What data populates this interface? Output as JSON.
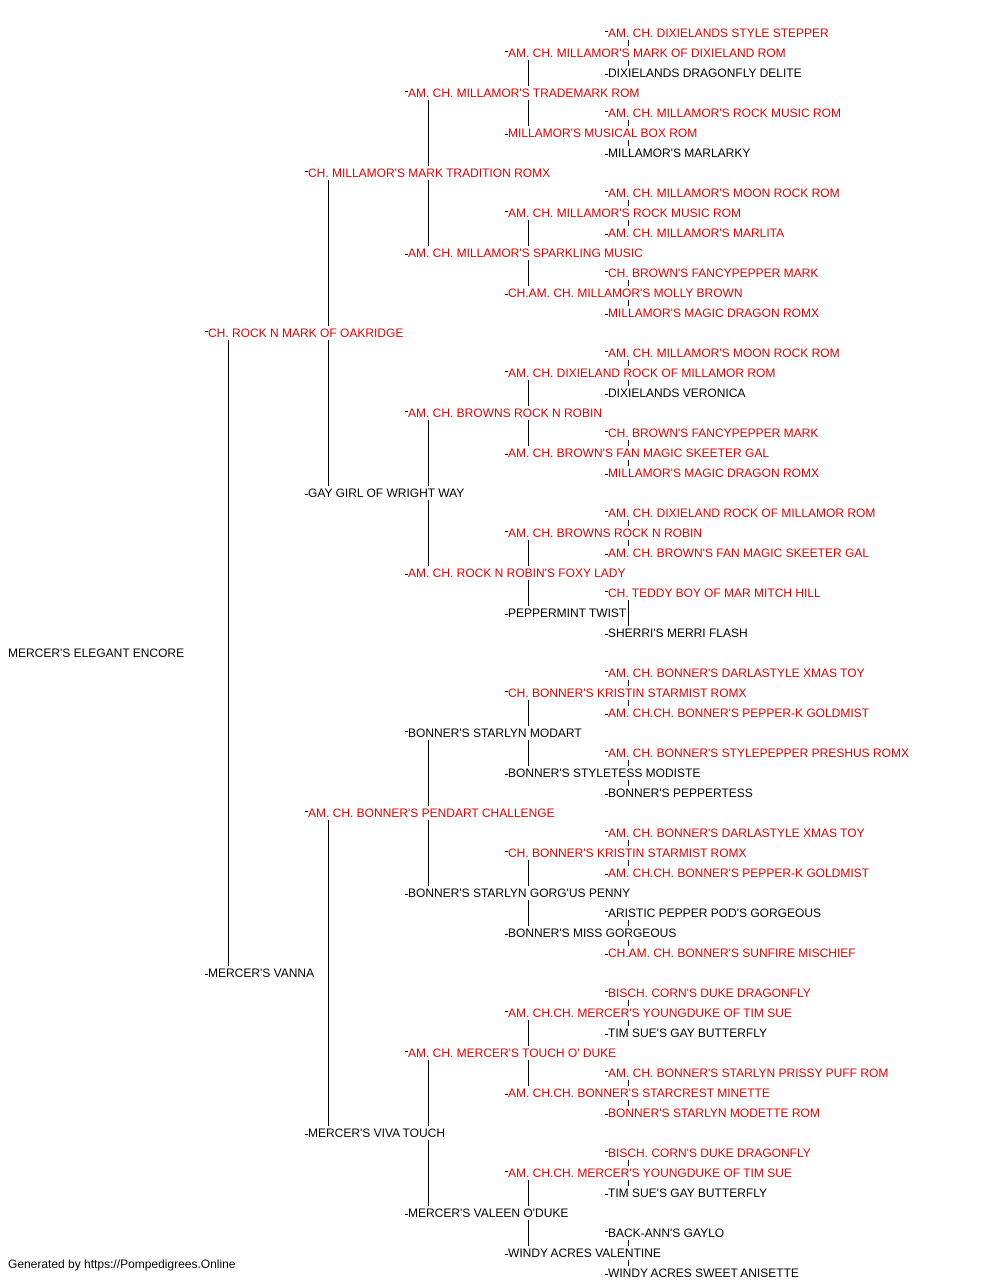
{
  "colors": {
    "champion": "#e00000",
    "regular": "#000000",
    "lines": "#000000"
  },
  "pedigree": {
    "name": "MERCER'S ELEGANT ENCORE",
    "champion": false,
    "sire": {
      "name": "CH. ROCK N MARK OF OAKRIDGE",
      "champion": true,
      "sire": {
        "name": "CH. MILLAMOR'S MARK TRADITION ROMX",
        "champion": true,
        "sire": {
          "name": "AM. CH. MILLAMOR'S TRADEMARK ROM",
          "champion": true,
          "sire": {
            "name": "AM. CH. MILLAMOR'S MARK OF DIXIELAND ROM",
            "champion": true,
            "sire": {
              "name": "AM. CH. DIXIELANDS STYLE STEPPER",
              "champion": true
            },
            "dam": {
              "name": "DIXIELANDS DRAGONFLY DELITE",
              "champion": false
            }
          },
          "dam": {
            "name": "MILLAMOR'S MUSICAL BOX ROM",
            "champion": true,
            "sire": {
              "name": "AM. CH. MILLAMOR'S ROCK MUSIC ROM",
              "champion": true
            },
            "dam": {
              "name": "MILLAMOR'S MARLARKY",
              "champion": false
            }
          }
        },
        "dam": {
          "name": "AM. CH. MILLAMOR'S SPARKLING MUSIC",
          "champion": true,
          "sire": {
            "name": "AM. CH. MILLAMOR'S ROCK MUSIC ROM",
            "champion": true,
            "sire": {
              "name": "AM. CH. MILLAMOR'S MOON ROCK ROM",
              "champion": true
            },
            "dam": {
              "name": "AM. CH. MILLAMOR'S MARLITA",
              "champion": true
            }
          },
          "dam": {
            "name": "CH.AM. CH. MILLAMOR'S MOLLY BROWN",
            "champion": true,
            "sire": {
              "name": "CH. BROWN'S FANCYPEPPER MARK",
              "champion": true
            },
            "dam": {
              "name": "MILLAMOR'S MAGIC DRAGON ROMX",
              "champion": true
            }
          }
        }
      },
      "dam": {
        "name": "GAY GIRL OF WRIGHT WAY",
        "champion": false,
        "sire": {
          "name": "AM. CH. BROWNS ROCK N ROBIN",
          "champion": true,
          "sire": {
            "name": "AM. CH. DIXIELAND ROCK OF MILLAMOR ROM",
            "champion": true,
            "sire": {
              "name": "AM. CH. MILLAMOR'S MOON ROCK ROM",
              "champion": true
            },
            "dam": {
              "name": "DIXIELANDS VERONICA",
              "champion": false
            }
          },
          "dam": {
            "name": "AM. CH. BROWN'S FAN MAGIC SKEETER GAL",
            "champion": true,
            "sire": {
              "name": "CH. BROWN'S FANCYPEPPER MARK",
              "champion": true
            },
            "dam": {
              "name": "MILLAMOR'S MAGIC DRAGON ROMX",
              "champion": true
            }
          }
        },
        "dam": {
          "name": "AM. CH. ROCK N ROBIN'S FOXY LADY",
          "champion": true,
          "sire": {
            "name": "AM. CH. BROWNS ROCK N ROBIN",
            "champion": true,
            "sire": {
              "name": "AM. CH. DIXIELAND ROCK OF MILLAMOR ROM",
              "champion": true
            },
            "dam": {
              "name": "AM. CH. BROWN'S FAN MAGIC SKEETER GAL",
              "champion": true
            }
          },
          "dam": {
            "name": "PEPPERMINT TWIST",
            "champion": false,
            "sire": {
              "name": "CH. TEDDY BOY OF MAR MITCH HILL",
              "champion": true
            },
            "dam": {
              "name": "SHERRI'S MERRI FLASH",
              "champion": false
            }
          }
        }
      }
    },
    "dam": {
      "name": "MERCER'S VANNA",
      "champion": false,
      "sire": {
        "name": "AM. CH. BONNER'S PENDART CHALLENGE",
        "champion": true,
        "sire": {
          "name": "BONNER'S STARLYN MODART",
          "champion": false,
          "sire": {
            "name": "CH. BONNER'S KRISTIN STARMIST ROMX",
            "champion": true,
            "sire": {
              "name": "AM. CH. BONNER'S DARLASTYLE XMAS TOY",
              "champion": true
            },
            "dam": {
              "name": "AM. CH.CH. BONNER'S PEPPER-K GOLDMIST",
              "champion": true
            }
          },
          "dam": {
            "name": "BONNER'S STYLETESS MODISTE",
            "champion": false,
            "sire": {
              "name": "AM. CH. BONNER'S STYLEPEPPER PRESHUS ROMX",
              "champion": true
            },
            "dam": {
              "name": "BONNER'S PEPPERTESS",
              "champion": false
            }
          }
        },
        "dam": {
          "name": "BONNER'S STARLYN GORG'US PENNY",
          "champion": false,
          "sire": {
            "name": "CH. BONNER'S KRISTIN STARMIST ROMX",
            "champion": true,
            "sire": {
              "name": "AM. CH. BONNER'S DARLASTYLE XMAS TOY",
              "champion": true
            },
            "dam": {
              "name": "AM. CH.CH. BONNER'S PEPPER-K GOLDMIST",
              "champion": true
            }
          },
          "dam": {
            "name": "BONNER'S MISS GORGEOUS",
            "champion": false,
            "sire": {
              "name": "ARISTIC PEPPER POD'S GORGEOUS",
              "champion": false
            },
            "dam": {
              "name": "CH.AM. CH. BONNER'S SUNFIRE MISCHIEF",
              "champion": true
            }
          }
        }
      },
      "dam": {
        "name": "MERCER'S VIVA TOUCH",
        "champion": false,
        "sire": {
          "name": "AM. CH. MERCER'S TOUCH O' DUKE",
          "champion": true,
          "sire": {
            "name": "AM. CH.CH. MERCER'S YOUNGDUKE OF TIM SUE",
            "champion": true,
            "sire": {
              "name": "BISCH. CORN'S DUKE DRAGONFLY",
              "champion": true
            },
            "dam": {
              "name": "TIM SUE'S GAY BUTTERFLY",
              "champion": false
            }
          },
          "dam": {
            "name": "AM. CH.CH. BONNER'S STARCREST MINETTE",
            "champion": true,
            "sire": {
              "name": "AM. CH. BONNER'S STARLYN PRISSY PUFF ROM",
              "champion": true
            },
            "dam": {
              "name": "BONNER'S STARLYN MODETTE ROM",
              "champion": true
            }
          }
        },
        "dam": {
          "name": "MERCER'S VALEEN O'DUKE",
          "champion": false,
          "sire": {
            "name": "AM. CH.CH. MERCER'S YOUNGDUKE OF TIM SUE",
            "champion": true,
            "sire": {
              "name": "BISCH. CORN'S DUKE DRAGONFLY",
              "champion": true
            },
            "dam": {
              "name": "TIM SUE'S GAY BUTTERFLY",
              "champion": false
            }
          },
          "dam": {
            "name": "WINDY ACRES VALENTINE",
            "champion": false,
            "sire": {
              "name": "BACK-ANN'S GAYLO",
              "champion": false
            },
            "dam": {
              "name": "WINDY ACRES SWEET ANISETTE",
              "champion": false
            }
          }
        }
      }
    }
  },
  "footer": {
    "text": "Generated by https://Pompedigrees.Online"
  }
}
